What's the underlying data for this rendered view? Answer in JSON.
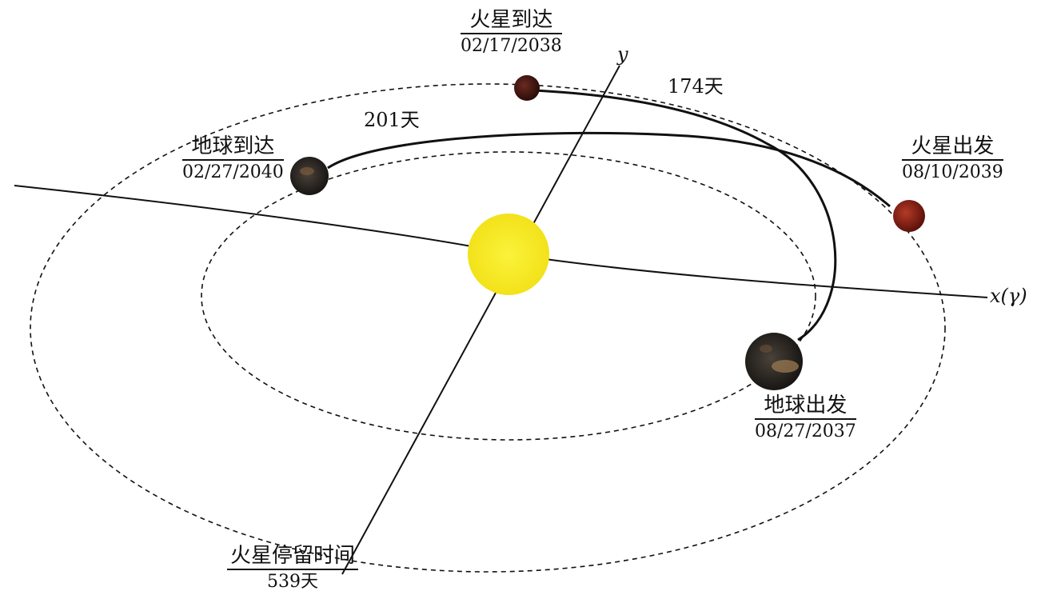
{
  "axes": {
    "x": "x(γ)",
    "y": "y"
  },
  "labels": {
    "mars_arrive": {
      "event": "火星到达",
      "date": "02/17/2038"
    },
    "earth_arrive": {
      "event": "地球到达",
      "date": "02/27/2040"
    },
    "mars_depart": {
      "event": "火星出发",
      "date": "08/10/2039"
    },
    "earth_depart": {
      "event": "地球出发",
      "date": "08/27/2037"
    },
    "mars_stay": {
      "event": "火星停留时间",
      "value": "539天"
    }
  },
  "durations": {
    "outbound": "174天",
    "return": "201天"
  },
  "colors": {
    "sun": "#f6e81e",
    "mars": "#8a1c12",
    "earth": "#2a2622",
    "line": "#111111"
  }
}
